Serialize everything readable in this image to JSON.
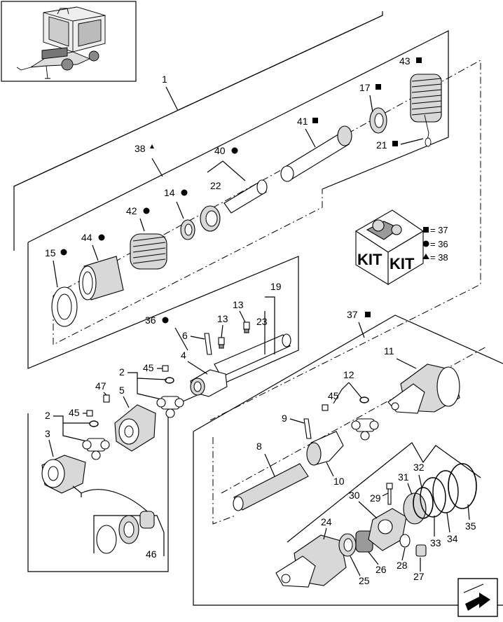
{
  "callouts": {
    "c1": "1",
    "c2a": "2",
    "c2b": "2",
    "c3": "3",
    "c4": "4",
    "c5": "5",
    "c6": "6",
    "c8": "8",
    "c9": "9",
    "c10": "10",
    "c11": "11",
    "c12": "12",
    "c13a": "13",
    "c13b": "13",
    "c14": "14",
    "c15": "15",
    "c17": "17",
    "c19": "19",
    "c21": "21",
    "c22": "22",
    "c23": "23",
    "c24": "24",
    "c25": "25",
    "c26": "26",
    "c27": "27",
    "c28": "28",
    "c29": "29",
    "c30": "30",
    "c31": "31",
    "c32": "32",
    "c33": "33",
    "c34": "34",
    "c35": "35",
    "c36": "36",
    "c37": "37",
    "c38": "38",
    "c40": "40",
    "c41": "41",
    "c42": "42",
    "c43": "43",
    "c44": "44",
    "c45a": "45",
    "c45b": "45",
    "c45c": "45",
    "c46": "46",
    "c47": "47"
  },
  "kit_box": {
    "word_left": "KIT",
    "word_right": "KIT"
  },
  "legend": [
    {
      "symbol": "square",
      "text": "= 37"
    },
    {
      "symbol": "circle",
      "text": "= 36"
    },
    {
      "symbol": "triangle",
      "text": "= 38"
    }
  ],
  "nav_icon": "arrow-icon"
}
